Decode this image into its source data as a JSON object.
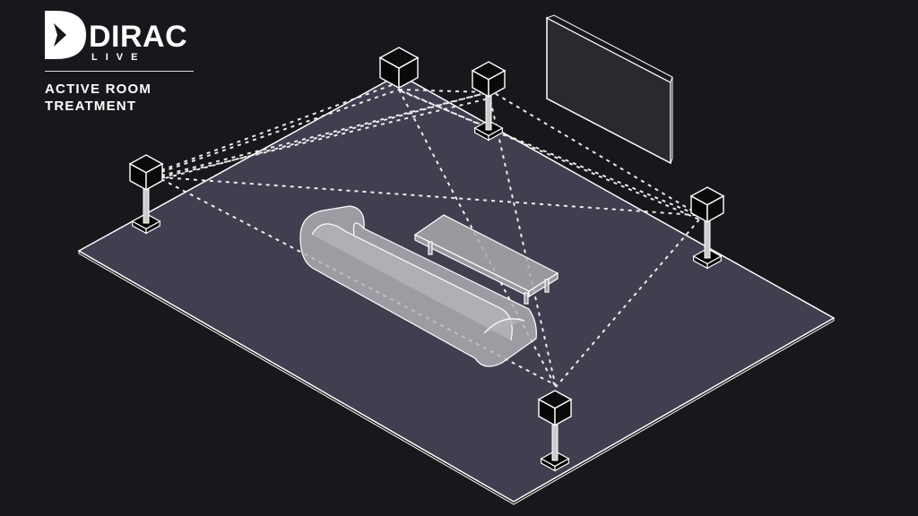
{
  "logo": {
    "brand": "DIRAC",
    "sub": "LIVE"
  },
  "tagline": "ACTIVE ROOM TREATMENT",
  "colors": {
    "background": "#18181c",
    "floor": "#403e4f",
    "line": "#ffffff",
    "furniture": "#a9a9ae"
  }
}
